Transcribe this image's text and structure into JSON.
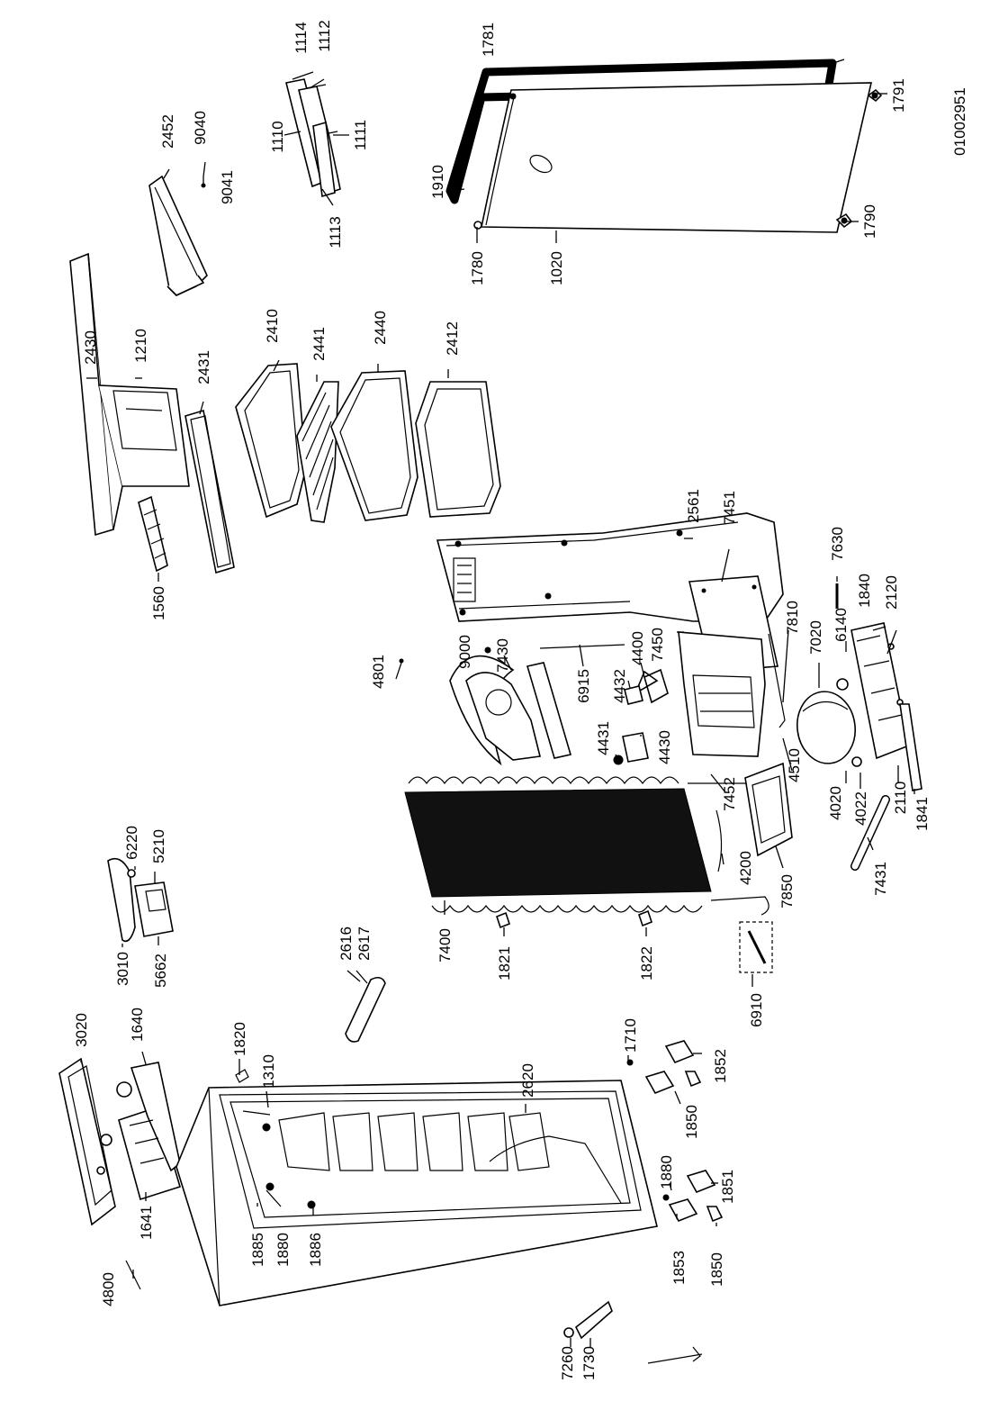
{
  "drawing_number": "01002951",
  "labels": {
    "l1781": "1781",
    "l1114": "1114",
    "l1112": "1112",
    "l1110": "1110",
    "l1111": "1111",
    "l1113": "1113",
    "l2452": "2452",
    "l9040": "9040",
    "l9041": "9041",
    "l1910": "1910",
    "l1791": "1791",
    "l1790": "1790",
    "l1780": "1780",
    "l1020": "1020",
    "l2430": "2430",
    "l1210": "1210",
    "l2431": "2431",
    "l2410": "2410",
    "l2441": "2441",
    "l2440": "2440",
    "l2412": "2412",
    "l1560": "1560",
    "l2561": "2561",
    "l7451": "7451",
    "l7630": "7630",
    "l1840": "1840",
    "l2120": "2120",
    "l6140": "6140",
    "l7020": "7020",
    "l7810": "7810",
    "l7450": "7450",
    "l4400": "4400",
    "l6915": "6915",
    "l7430": "7430",
    "l9000": "9000",
    "l4432": "4432",
    "l4431": "4431",
    "l4430": "4430",
    "l4510": "4510",
    "l4020": "4020",
    "l4022": "4022",
    "l2110": "2110",
    "l1841": "1841",
    "l7452": "7452",
    "l4801": "4801",
    "l7400": "7400",
    "l1821": "1821",
    "l1822": "1822",
    "l4200": "4200",
    "l7850": "7850",
    "l7431": "7431",
    "l6910": "6910",
    "l6220": "6220",
    "l5210": "5210",
    "l3010": "3010",
    "l5662": "5662",
    "l2616": "2616",
    "l2617": "2617",
    "l3020": "3020",
    "l1640": "1640",
    "l1641": "1641",
    "l1820": "1820",
    "l1310": "1310",
    "l2620": "2620",
    "l1710": "1710",
    "l1852": "1852",
    "l1850a": "1850",
    "l1880a": "1880",
    "l1851": "1851",
    "l1853": "1853",
    "l1850b": "1850",
    "l1885": "1885",
    "l1880b": "1880",
    "l1886": "1886",
    "l4800": "4800",
    "l7260": "7260",
    "l1730": "1730"
  }
}
